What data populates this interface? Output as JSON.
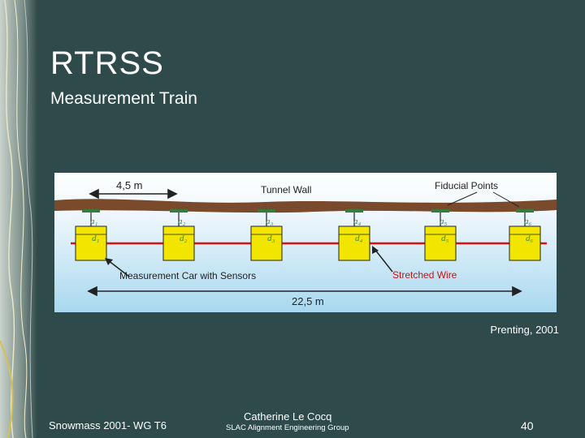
{
  "slide": {
    "title": "RTRSS",
    "subtitle": "Measurement Train",
    "credit": "Prenting, 2001"
  },
  "diagram": {
    "top_dimension": "4,5 m",
    "bottom_dimension": "22,5 m",
    "tunnel_wall_label": "Tunnel Wall",
    "fiducial_label": "Fiducial Points",
    "car_label": "Measurement Car with Sensors",
    "wire_label": "Stretched Wire",
    "cars": [
      {
        "a": "a₁",
        "d": "d₁"
      },
      {
        "a": "a₂",
        "d": "d₂"
      },
      {
        "a": "a₃",
        "d": "d₃"
      },
      {
        "a": "a₄",
        "d": "d₄"
      },
      {
        "a": "a₅",
        "d": "d₅"
      },
      {
        "a": "a₆",
        "d": "d₆"
      }
    ],
    "colors": {
      "wall": "#7a4a2c",
      "car": "#f2e600",
      "wire": "#e01010",
      "fiducial": "#3a7a3a",
      "label_green": "#3a8a3a",
      "label_red": "#cc1111"
    }
  },
  "footer": {
    "left": "Snowmass 2001- WG T6",
    "author": "Catherine Le Cocq",
    "group": "SLAC  Alignment Engineering Group",
    "page": "40"
  }
}
